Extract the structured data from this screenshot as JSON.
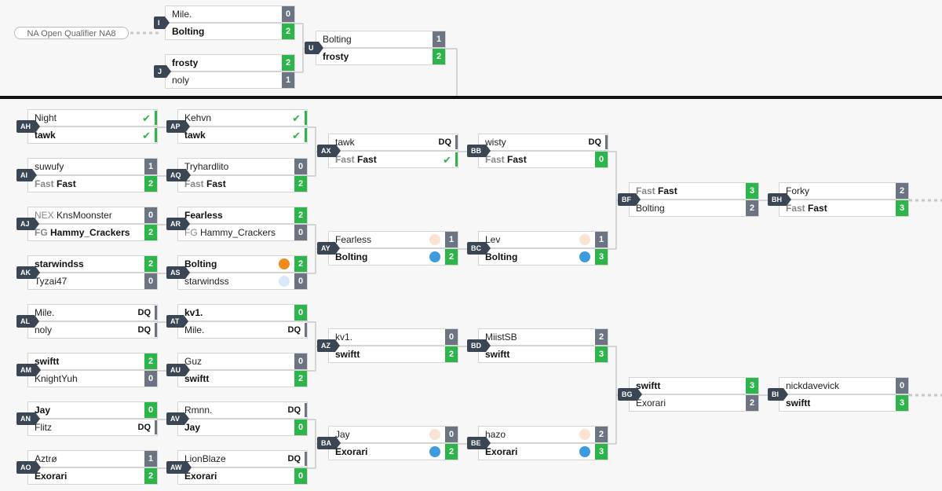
{
  "qualifier_label": "NA Open Qualifier NA8",
  "colors": {
    "win": "#2db44a",
    "loss": "#6b7480",
    "orange": "#f28b1e",
    "blue": "#3d9be0",
    "peach": "#fae3d2",
    "lightblue": "#d8e8f6"
  },
  "matches": [
    {
      "id": "I",
      "rows": [
        {
          "name": "Mile.",
          "score": "0"
        },
        {
          "name": "Bolting",
          "score": "2",
          "win": true
        }
      ]
    },
    {
      "id": "J",
      "rows": [
        {
          "name": "frosty",
          "score": "2",
          "win": true
        },
        {
          "name": "noly",
          "score": "1"
        }
      ]
    },
    {
      "id": "U",
      "rows": [
        {
          "name": "Bolting",
          "score": "1"
        },
        {
          "name": "frosty",
          "score": "2",
          "win": true
        }
      ]
    },
    {
      "id": "AH",
      "rows": [
        {
          "name": "Night",
          "check": true
        },
        {
          "name": "tawk",
          "check": true,
          "win": true
        }
      ]
    },
    {
      "id": "AI",
      "rows": [
        {
          "name": "suwufy",
          "score": "1"
        },
        {
          "prefix": "Fast",
          "name": "Fast",
          "score": "2",
          "win": true
        }
      ]
    },
    {
      "id": "AJ",
      "rows": [
        {
          "prefix": "NEX",
          "name": "KnsMoonster",
          "score": "0"
        },
        {
          "prefix": "FG",
          "name": "Hammy_Crackers",
          "score": "2",
          "win": true
        }
      ]
    },
    {
      "id": "AK",
      "rows": [
        {
          "name": "starwindss",
          "score": "2",
          "win": true
        },
        {
          "name": "Tyzai47",
          "score": "0"
        }
      ]
    },
    {
      "id": "AL",
      "rows": [
        {
          "name": "Mile.",
          "dq": true
        },
        {
          "name": "noly",
          "dq": true
        }
      ]
    },
    {
      "id": "AM",
      "rows": [
        {
          "name": "swiftt",
          "score": "2",
          "win": true
        },
        {
          "name": "KnightYuh",
          "score": "0"
        }
      ]
    },
    {
      "id": "AN",
      "rows": [
        {
          "name": "Jay",
          "score": "0",
          "win": true
        },
        {
          "name": "Flitz",
          "dq": true
        }
      ]
    },
    {
      "id": "AO",
      "rows": [
        {
          "name": "Aztrø",
          "score": "1"
        },
        {
          "name": "Exorari",
          "score": "2",
          "win": true
        }
      ]
    },
    {
      "id": "AP",
      "rows": [
        {
          "name": "Kehvn",
          "check": true
        },
        {
          "name": "tawk",
          "check": true,
          "win": true
        }
      ]
    },
    {
      "id": "AQ",
      "rows": [
        {
          "name": "Tryhardlito",
          "score": "0"
        },
        {
          "prefix": "Fast",
          "name": "Fast",
          "score": "2",
          "win": true
        }
      ]
    },
    {
      "id": "AR",
      "rows": [
        {
          "name": "Fearless",
          "score": "2",
          "win": true
        },
        {
          "prefix": "FG",
          "name": "Hammy_Crackers",
          "score": "0"
        }
      ]
    },
    {
      "id": "AS",
      "rows": [
        {
          "name": "Bolting",
          "score": "2",
          "win": true,
          "dot": "orange"
        },
        {
          "name": "starwindss",
          "score": "0",
          "dot": "lightblue"
        }
      ]
    },
    {
      "id": "AT",
      "rows": [
        {
          "name": "kv1.",
          "score": "0",
          "win": true
        },
        {
          "name": "Mile.",
          "dq": true
        }
      ]
    },
    {
      "id": "AU",
      "rows": [
        {
          "name": "Guz",
          "score": "0"
        },
        {
          "name": "swiftt",
          "score": "2",
          "win": true
        }
      ]
    },
    {
      "id": "AV",
      "rows": [
        {
          "name": "Rmnn.",
          "dq": true
        },
        {
          "name": "Jay",
          "score": "0",
          "win": true
        }
      ]
    },
    {
      "id": "AW",
      "rows": [
        {
          "name": "LionBlaze",
          "dq": true
        },
        {
          "name": "Exorari",
          "score": "0",
          "win": true
        }
      ]
    },
    {
      "id": "AX",
      "rows": [
        {
          "name": "tawk",
          "dq": true
        },
        {
          "prefix": "Fast",
          "name": "Fast",
          "check": true,
          "win": true
        }
      ]
    },
    {
      "id": "AY",
      "rows": [
        {
          "name": "Fearless",
          "score": "1",
          "dot": "peach"
        },
        {
          "name": "Bolting",
          "score": "2",
          "win": true,
          "dot": "blue"
        }
      ]
    },
    {
      "id": "AZ",
      "rows": [
        {
          "name": "kv1.",
          "score": "0"
        },
        {
          "name": "swiftt",
          "score": "2",
          "win": true
        }
      ]
    },
    {
      "id": "BA",
      "rows": [
        {
          "name": "Jay",
          "score": "0",
          "dot": "peach"
        },
        {
          "name": "Exorari",
          "score": "2",
          "win": true,
          "dot": "blue"
        }
      ]
    },
    {
      "id": "BB",
      "rows": [
        {
          "name": "wisty",
          "dq": true
        },
        {
          "prefix": "Fast",
          "name": "Fast",
          "score": "0",
          "win": true
        }
      ]
    },
    {
      "id": "BC",
      "rows": [
        {
          "name": "Lev",
          "score": "1",
          "dot": "peach"
        },
        {
          "name": "Bolting",
          "score": "3",
          "win": true,
          "dot": "blue"
        }
      ]
    },
    {
      "id": "BD",
      "rows": [
        {
          "name": "MiistSB",
          "score": "2"
        },
        {
          "name": "swiftt",
          "score": "3",
          "win": true
        }
      ]
    },
    {
      "id": "BE",
      "rows": [
        {
          "name": "hazo",
          "score": "2",
          "dot": "peach"
        },
        {
          "name": "Exorari",
          "score": "3",
          "win": true,
          "dot": "blue"
        }
      ]
    },
    {
      "id": "BF",
      "rows": [
        {
          "prefix": "Fast",
          "name": "Fast",
          "score": "3",
          "win": true
        },
        {
          "name": "Bolting",
          "score": "2"
        }
      ]
    },
    {
      "id": "BG",
      "rows": [
        {
          "name": "swiftt",
          "score": "3",
          "win": true
        },
        {
          "name": "Exorari",
          "score": "2"
        }
      ]
    },
    {
      "id": "BH",
      "rows": [
        {
          "name": "Forky",
          "score": "2"
        },
        {
          "prefix": "Fast",
          "name": "Fast",
          "score": "3",
          "win": true
        }
      ]
    },
    {
      "id": "BI",
      "rows": [
        {
          "name": "nickdavevick",
          "score": "0"
        },
        {
          "name": "swiftt",
          "score": "3",
          "win": true
        }
      ]
    }
  ]
}
